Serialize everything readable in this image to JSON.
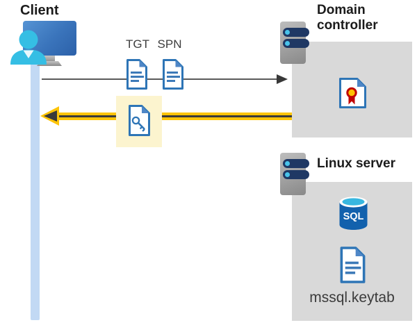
{
  "labels": {
    "client": "Client",
    "domain_controller": "Domain controller",
    "linux_server": "Linux server",
    "tgt": "TGT",
    "spn": "SPN",
    "keytab_file": "mssql.keytab",
    "sql": "SQL"
  },
  "icons": {
    "client": "monitor-with-user-icon",
    "domain_controller": "server-icon",
    "linux_server": "server-icon",
    "tgt": "document-icon",
    "spn": "document-icon",
    "returned_ticket": "key-document-icon",
    "domain_controller_content": "certificate-icon",
    "linux_server_database": "sql-database-icon",
    "linux_server_file": "document-icon"
  },
  "flows": {
    "request": {
      "from": "Client",
      "to": "Domain controller",
      "items": [
        "TGT",
        "SPN"
      ],
      "style": "thin gray arrow right"
    },
    "response": {
      "from": "Domain controller",
      "to": "Client",
      "items": [
        "key ticket"
      ],
      "style": "thick yellow highlighted arrow left"
    }
  },
  "colors": {
    "highlight_yellow": "#fdc408",
    "highlight_box_yellow": "#fcf4cf",
    "doc_blue": "#2e75b6",
    "doc_fold_blue": "#4f87c7",
    "lifeline_blue": "#c2d9f4",
    "backdrop_gray": "#d9d9d9",
    "server_navy": "#1f3864",
    "server_dot_cyan": "#49c3ea",
    "person_teal": "#35bee4",
    "cert_red": "#c00000",
    "cert_gold": "#ffc000",
    "sql_body_blue": "#1261ad",
    "sql_top_cyan": "#38b7e0",
    "arrow_gray": "#5a5a5a"
  }
}
